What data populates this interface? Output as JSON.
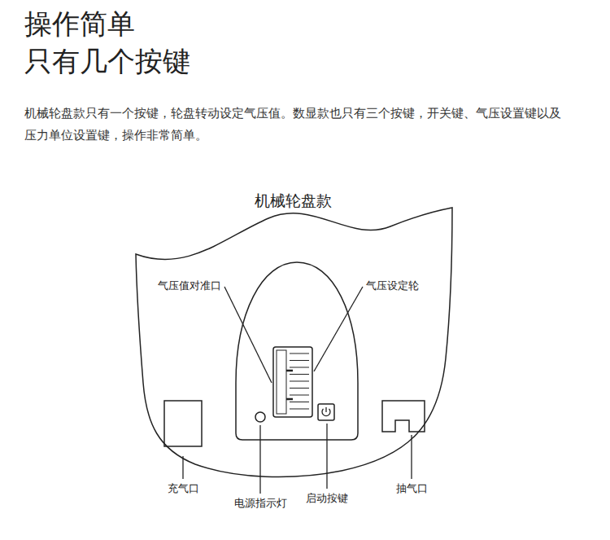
{
  "diagram": {
    "title": "操作简单 只有几个按键",
    "labels": [
      "机械轮盘款只有一个按键，轮盘转动设定气压值。数显款也只有三个按键，开关键、气压设置键以及压力单位设置键，操作非常简单。",
      "机械轮盘款",
      "气压值对准口",
      "气压设定轮",
      "充气口",
      "电源指示灯",
      "启动按键",
      "抽气口"
    ]
  }
}
